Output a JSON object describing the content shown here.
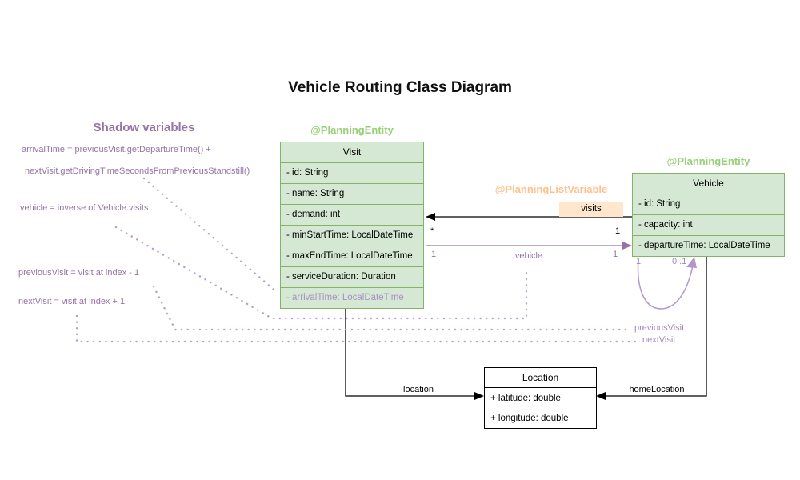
{
  "title": "Vehicle Routing Class Diagram",
  "shadow_variables": {
    "heading": "Shadow variables",
    "arrival_time_line1": "arrivalTime = previousVisit.getDepartureTime() +",
    "arrival_time_line2": "nextVisit.getDrivingTimeSecondsFromPreviousStandstill()",
    "vehicle_rule": "vehicle = inverse of Vehicle.visits",
    "previous_visit_rule": "previousVisit = visit at index - 1",
    "next_visit_rule": "nextVisit = visit at index + 1"
  },
  "visit_class": {
    "stereotype": "@PlanningEntity",
    "name": "Visit",
    "attributes": [
      "- id: String",
      "- name: String",
      "- demand: int",
      "- minStartTime: LocalDateTime",
      "- maxEndTime: LocalDateTime",
      "- serviceDuration: Duration"
    ],
    "shadow_attribute": "- arrivalTime: LocalDateTime"
  },
  "vehicle_class": {
    "stereotype": "@PlanningEntity",
    "name": "Vehicle",
    "attributes": [
      "- id: String",
      "- capacity: int",
      "- departureTime: LocalDateTime"
    ]
  },
  "location_class": {
    "name": "Location",
    "attributes": [
      "+ latitude: double",
      "+ longitude: double"
    ]
  },
  "associations": {
    "visits": {
      "stereotype": "@PlanningListVariable",
      "label": "visits",
      "visit_multiplicity": "*",
      "vehicle_multiplicity": "1"
    },
    "vehicle": {
      "label": "vehicle",
      "visit_multiplicity": "1",
      "vehicle_multiplicity": "1"
    },
    "vehicle_self_loop": {
      "source_multiplicity": "1",
      "target_multiplicity": "0..1"
    },
    "location": {
      "label": "location"
    },
    "home_location": {
      "label": "homeLocation"
    },
    "previous_visit": {
      "label": "previousVisit"
    },
    "next_visit": {
      "label": "nextVisit"
    }
  },
  "colors": {
    "entity_fill": "#d5e8d4",
    "entity_border": "#82b366",
    "entity_stereotype_text": "#97d077",
    "list_variable_fill": "#ffe6cc",
    "list_variable_text": "#ffc08c",
    "shadow_purple": "#9673a6",
    "shadow_light_purple": "#b296cd",
    "line_black": "#000000"
  }
}
